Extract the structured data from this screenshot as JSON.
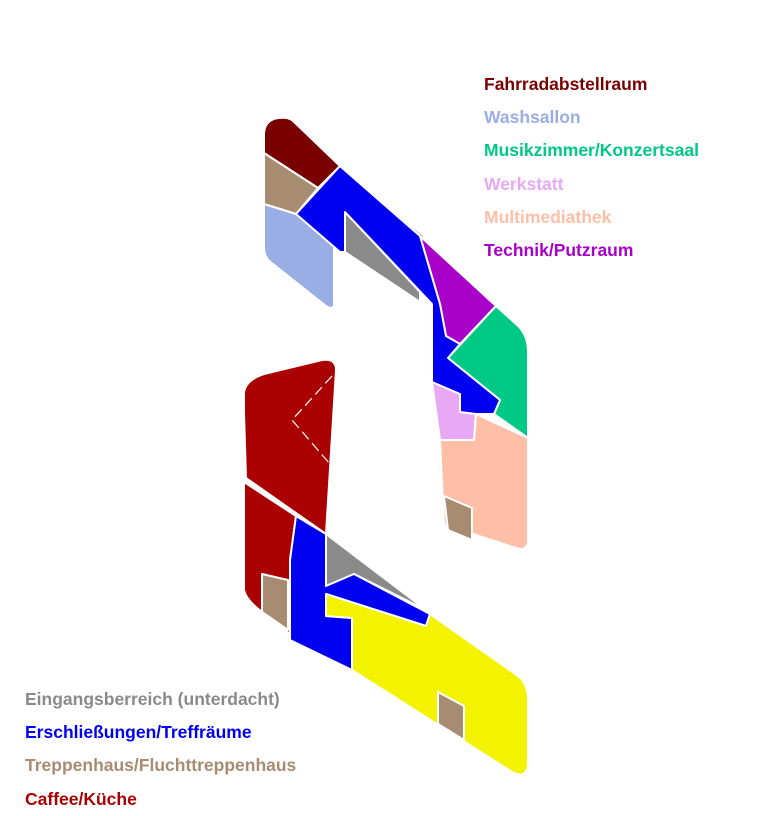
{
  "colors": {
    "fahrradabstellraum": "#7a0000",
    "washsallon": "#9aaee6",
    "musikzimmer": "#00c985",
    "werkstatt": "#e8a8f6",
    "multimediathek": "#ffbea6",
    "technik": "#a800c8",
    "eingangsbereich": "#8a8a8a",
    "erschliessungen": "#0000f0",
    "treppenhaus": "#a78c72",
    "caffee": "#aa0000",
    "yellow_area": "#f3f300",
    "outline": "#ffffff"
  },
  "legend_top": [
    {
      "label": "Fahrradabstellraum",
      "color": "#7a0000"
    },
    {
      "label": "Washsallon",
      "color": "#9aaee6"
    },
    {
      "label": "Musikzimmer/Konzertsaal",
      "color": "#00c985"
    },
    {
      "label": "Werkstatt",
      "color": "#e8a8f6"
    },
    {
      "label": "Multimediathek",
      "color": "#ffbea6"
    },
    {
      "label": "Technik/Putzraum",
      "color": "#a800c8"
    }
  ],
  "legend_bottom": [
    {
      "label": "Eingangsberreich (unterdacht)",
      "color": "#8a8a8a"
    },
    {
      "label": "Erschließungen/Treffräume",
      "color": "#0000f0"
    },
    {
      "label": "Treppenhaus/Fluchttreppenhaus",
      "color": "#a78c72"
    },
    {
      "label": "Caffee/Küche",
      "color": "#aa0000"
    }
  ]
}
